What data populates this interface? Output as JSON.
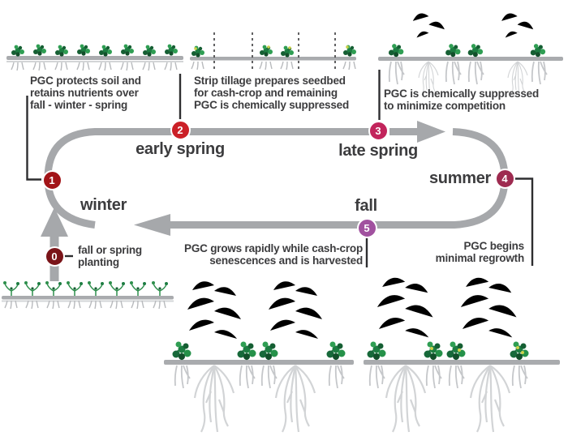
{
  "palette": {
    "track_gray": "#a6a8ab",
    "text": "#3c3c3e",
    "bracket_line": "#2e2e30",
    "soil_gray": "#a9abae",
    "bush_green_dark": "#155f33",
    "bush_green": "#1d7d42",
    "bush_green_light": "#2f9e53",
    "corn_yellow": "#d2b435",
    "corn_green": "#5fa775",
    "root_gray": "#c9cbce",
    "fleck_yellow": "#ccd24a"
  },
  "cycle": {
    "seasons": {
      "winter": "winter",
      "early_spring": "early spring",
      "late_spring": "late spring",
      "summer": "summer",
      "fall": "fall"
    },
    "markers": [
      {
        "label": "0",
        "color": "#7a1419",
        "note": "fall or spring\nplanting"
      },
      {
        "label": "1",
        "color": "#a21418",
        "note": "PGC protects soil and\nretains nutrients over\nfall - winter - spring"
      },
      {
        "label": "2",
        "color": "#cb2027",
        "note": "Strip tillage prepares seedbed\nfor cash-crop and remaining\nPGC is chemically suppressed"
      },
      {
        "label": "3",
        "color": "#c2245c",
        "note": "PGC is chemically suppressed\nto minimize competition"
      },
      {
        "label": "4",
        "color": "#9e2b50",
        "note": "PGC begins\nminimal regrowth"
      },
      {
        "label": "5",
        "color": "#a1519f",
        "note": "PGC grows rapidly while cash-crop\nsenescences and is harvested"
      }
    ]
  },
  "illustrations": {
    "winter_pgc_row": "pgc-groundcover-row",
    "strip_tillage_row": "strip-tillage-row",
    "suppressed_pgc_seedlings": "suppressed-pgc-with-corn-seedlings",
    "new_planting_row": "new-planting-seedling-row",
    "fall_senesced_corn": "senesced-corn-with-pgc",
    "summer_corn": "summer-corn-with-pgc"
  }
}
